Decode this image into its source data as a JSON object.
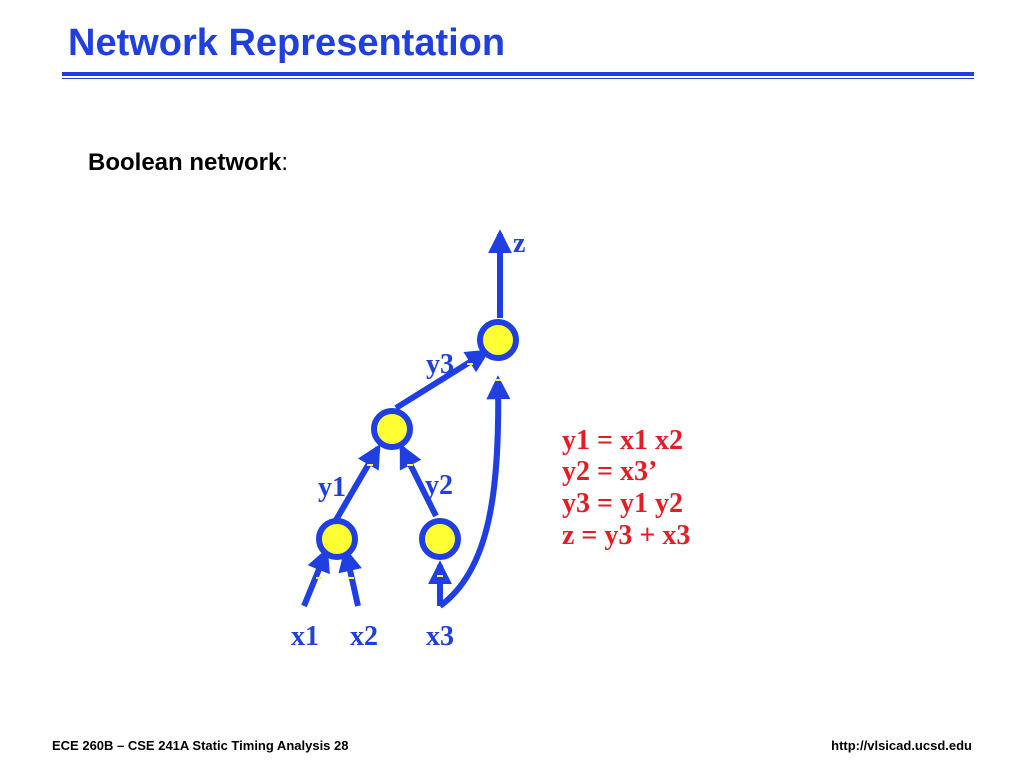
{
  "slide": {
    "title": "Network Representation",
    "subtitle_bold": "Boolean network",
    "subtitle_suffix": ":"
  },
  "network": {
    "labels": {
      "z": "z",
      "y3": "y3",
      "y1": "y1",
      "y2": "y2",
      "x1": "x1",
      "x2": "x2",
      "x3": "x3"
    },
    "equations": [
      "y1 = x1 x2",
      "y2 = x3’",
      "y3 = y1 y2",
      "z = y3 + x3"
    ]
  },
  "colors": {
    "edge": "#1f3fe0",
    "node_fill": "#ffff33",
    "equation": "#e51c23",
    "title": "#1f3fe0"
  },
  "footer": {
    "left": "ECE 260B – CSE 241A Static Timing Analysis 28",
    "right": "http://vlsicad.ucsd.edu"
  }
}
